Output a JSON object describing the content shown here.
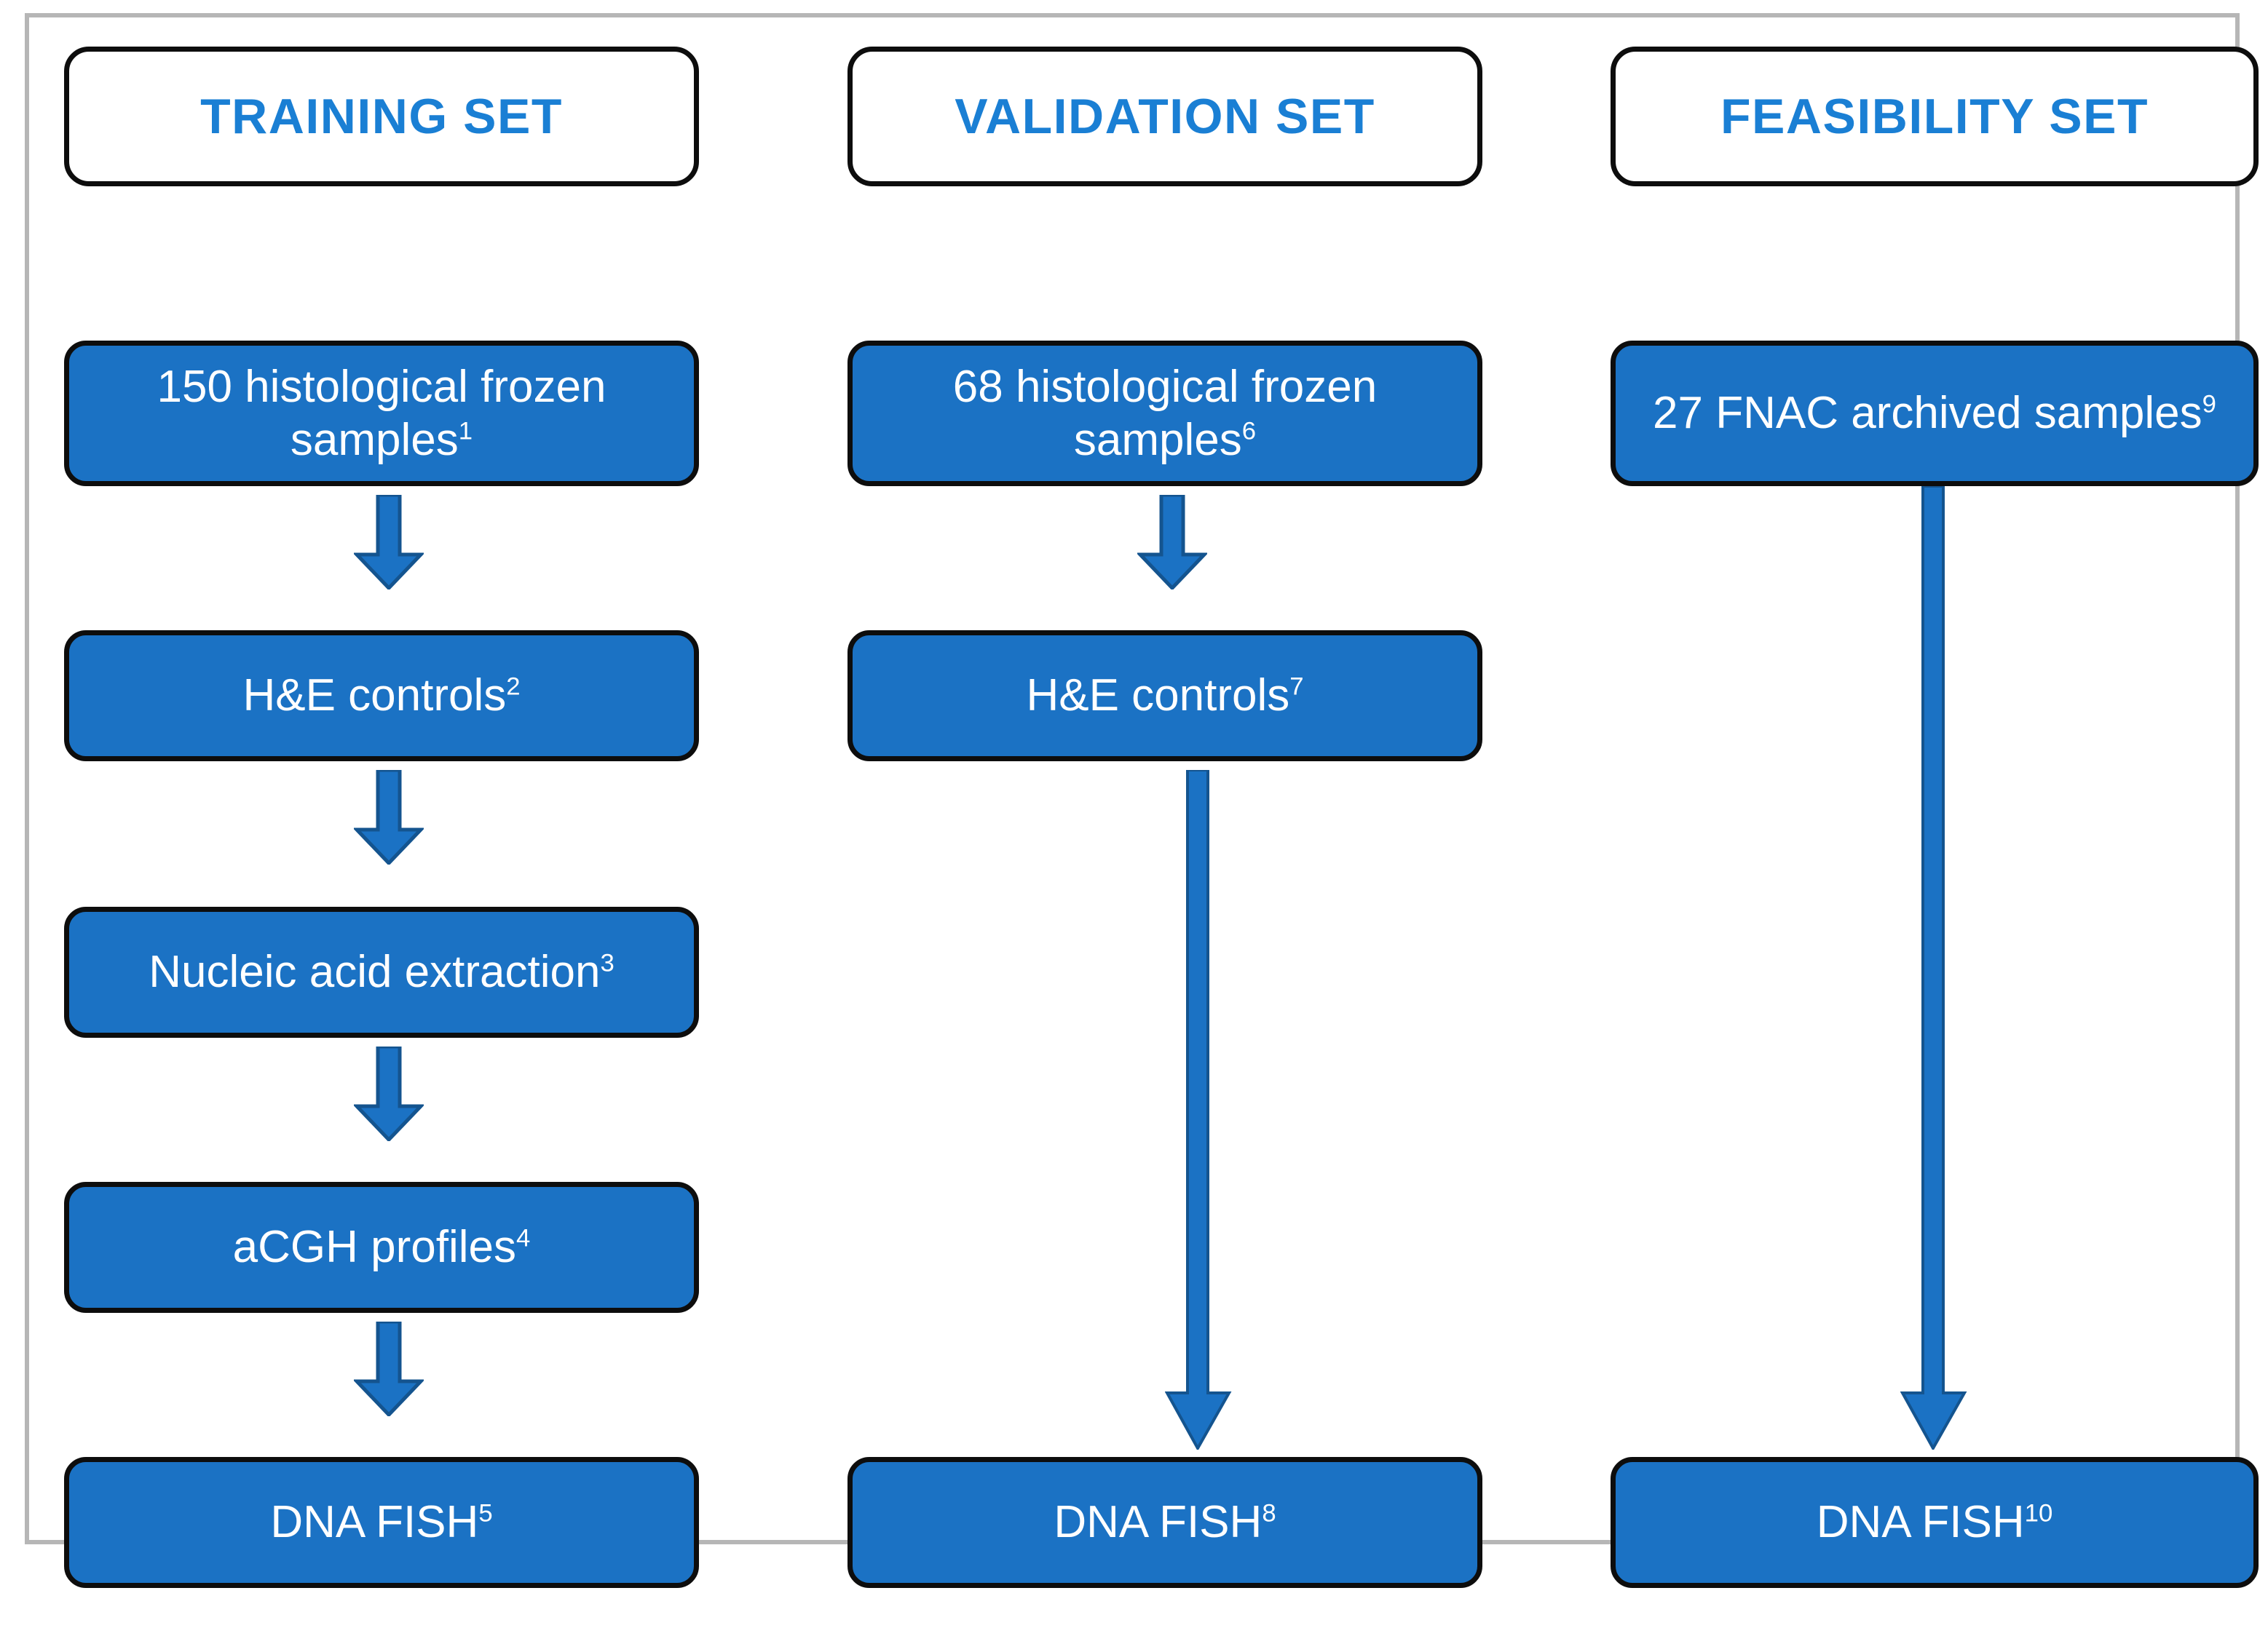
{
  "figure": {
    "type": "study-workflow-flowchart",
    "colors": {
      "node_fill": "#1b72c4",
      "node_border": "#0d0d0d",
      "header_text": "#1a7fd4",
      "header_fill": "#ffffff",
      "arrow_fill": "#1b72c4",
      "arrow_stroke": "#14548f",
      "frame_border": "#b6b6b6",
      "node_text": "#ffffff"
    }
  },
  "columns": [
    {
      "id": "training",
      "header": "TRAINING SET",
      "nodes": [
        {
          "text": "150 histological frozen samples",
          "sup": "1"
        },
        {
          "text": "H&E controls",
          "sup": "2"
        },
        {
          "text": "Nucleic acid extraction",
          "sup": "3"
        },
        {
          "text": "aCGH profiles",
          "sup": "4"
        },
        {
          "text": "DNA FISH",
          "sup": "5"
        }
      ],
      "arrows": [
        {
          "from": "150 histological frozen samples",
          "to": "H&E controls",
          "style": "short"
        },
        {
          "from": "H&E controls",
          "to": "Nucleic acid extraction",
          "style": "short"
        },
        {
          "from": "Nucleic acid extraction",
          "to": "aCGH profiles",
          "style": "short"
        },
        {
          "from": "aCGH profiles",
          "to": "DNA FISH",
          "style": "short"
        }
      ]
    },
    {
      "id": "validation",
      "header": "VALIDATION SET",
      "nodes": [
        {
          "text": "68 histological frozen samples",
          "sup": "6"
        },
        {
          "text": "H&E controls",
          "sup": "7"
        },
        {
          "text": "DNA FISH",
          "sup": "8"
        }
      ],
      "arrows": [
        {
          "from": "68 histological frozen samples",
          "to": "H&E controls",
          "style": "short"
        },
        {
          "from": "H&E controls",
          "to": "DNA FISH",
          "style": "long"
        }
      ]
    },
    {
      "id": "feasibility",
      "header": "FEASIBILITY SET",
      "nodes": [
        {
          "text": "27 FNAC archived samples",
          "sup": "9"
        },
        {
          "text": "DNA FISH",
          "sup": "10"
        }
      ],
      "arrows": [
        {
          "from": "27 FNAC archived samples",
          "to": "DNA FISH",
          "style": "long"
        }
      ]
    }
  ]
}
